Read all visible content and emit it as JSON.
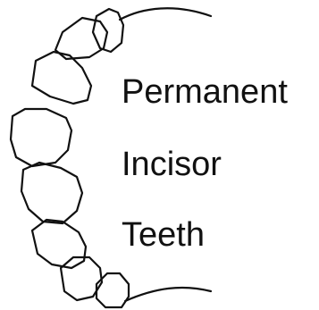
{
  "labels": {
    "line1": "Permanent",
    "line2": "Incisor",
    "line3": "Teeth"
  }
}
